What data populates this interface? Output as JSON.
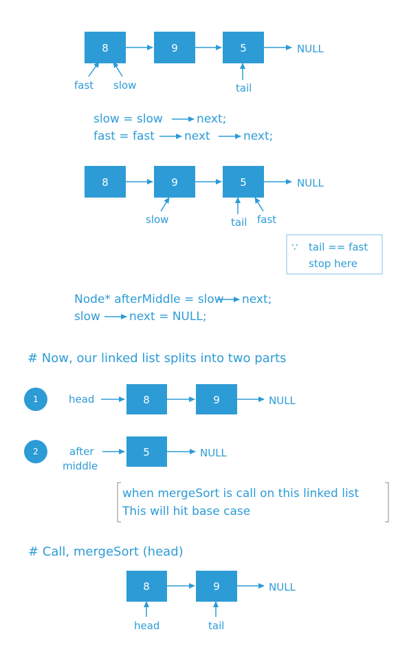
{
  "null_label": "NULL",
  "list1": {
    "nodes": [
      "8",
      "9",
      "5"
    ],
    "labels": {
      "fast": "fast",
      "slow": "slow",
      "tail": "tail"
    }
  },
  "code1": {
    "part1": "slow = slow",
    "part2": "next;",
    "part3": "fast = fast",
    "part4": "next",
    "part5": "next;"
  },
  "list2": {
    "nodes": [
      "8",
      "9",
      "5"
    ],
    "labels": {
      "slow": "slow",
      "tail": "tail",
      "fast": "fast"
    }
  },
  "note": {
    "because": "∵",
    "line1": "tail == fast",
    "line2": "stop here"
  },
  "code2": {
    "part1": "Node* afterMiddle = slow",
    "part2": "next;",
    "part3": "slow",
    "part4": "next = NULL;"
  },
  "heading1": "# Now, our linked list splits into two parts",
  "part1": {
    "number": "1",
    "label": "head",
    "nodes": [
      "8",
      "9"
    ]
  },
  "part2": {
    "number": "2",
    "label_line1": "after",
    "label_line2": "middle",
    "nodes": [
      "5"
    ]
  },
  "callout": {
    "line1": "when mergeSort is call on this linked list",
    "line2": "This will hit base case"
  },
  "heading2": "# Call, mergeSort (head)",
  "list3": {
    "nodes": [
      "8",
      "9"
    ],
    "labels": {
      "head": "head",
      "tail": "tail"
    }
  }
}
